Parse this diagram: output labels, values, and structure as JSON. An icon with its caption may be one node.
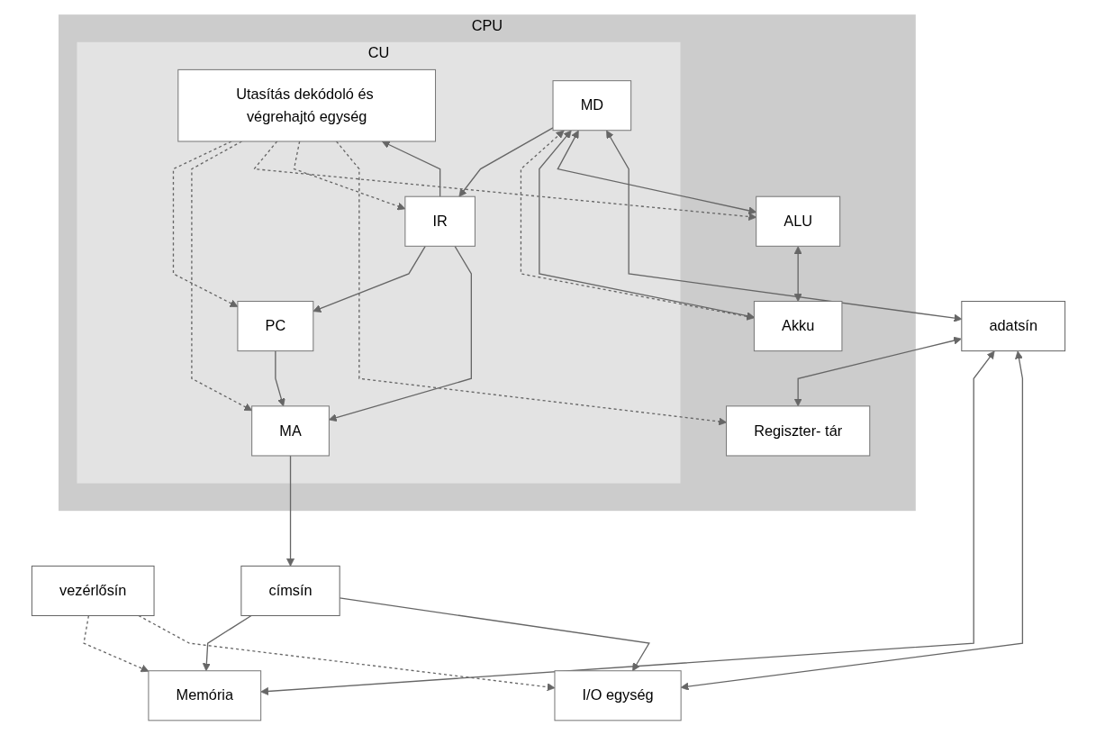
{
  "diagram": {
    "nodes": [
      {
        "text": [
          "CPU"
        ]
      },
      {
        "text": [
          "CU"
        ],
        "in": 0
      },
      {
        "text": [
          "Utasítás dekódoló és végrehajtó egység"
        ],
        "in": 1
      },
      {
        "text": [
          "PC"
        ],
        "in": 1
      },
      {
        "text": [
          "IR"
        ],
        "in": 1
      },
      {
        "text": [
          "MA"
        ],
        "in": 1
      },
      {
        "text": [
          "MD"
        ],
        "in": 1
      },
      {
        "text": [
          "ALU"
        ],
        "in": 0
      },
      {
        "text": [
          "Akku"
        ],
        "in": 0
      },
      {
        "text": [
          "Memória"
        ]
      },
      {
        "text": [
          "vezérlősín"
        ]
      },
      {
        "text": [
          "címsín"
        ]
      },
      {
        "text": [
          "adatsín"
        ]
      },
      {
        "text": [
          "I/O egység"
        ]
      },
      {
        "text": [
          "Regiszter- tár"
        ],
        "in": 0
      }
    ],
    "edges": [
      {
        "from": 2,
        "to": 3,
        "arrow": "to",
        "style": "dashed"
      },
      {
        "from": 2,
        "to": 5,
        "arrow": "to",
        "style": "dashed"
      },
      {
        "from": 2,
        "to": 7,
        "arrow": "to",
        "style": "dashed"
      },
      {
        "from": 2,
        "to": 4,
        "arrow": "to",
        "style": "dashed"
      },
      {
        "from": 2,
        "to": 14,
        "arrow": "to",
        "style": "dashed"
      },
      {
        "from": 4,
        "to": 2,
        "arrow": "to"
      },
      {
        "from": 4,
        "to": 3,
        "arrow": "to"
      },
      {
        "from": 4,
        "to": 5,
        "arrow": "to"
      },
      {
        "from": 3,
        "to": 5,
        "arrow": "to"
      },
      {
        "from": 6,
        "to": 4,
        "arrow": "to"
      },
      {
        "from": 6,
        "to": 8,
        "arrow": "both",
        "style": "dashed"
      },
      {
        "from": 6,
        "to": 8,
        "arrow": "both"
      },
      {
        "from": 6,
        "to": 7,
        "arrow": "both"
      },
      {
        "from": 7,
        "to": 8,
        "arrow": "both"
      },
      {
        "from": 5,
        "to": 11,
        "arrow": "to"
      },
      {
        "from": 6,
        "to": 12,
        "arrow": "both"
      },
      {
        "from": 12,
        "to": 14,
        "arrow": "both"
      },
      {
        "from": 10,
        "to": 9,
        "arrow": "to",
        "style": "dashed"
      },
      {
        "from": 11,
        "to": 9,
        "arrow": "to"
      },
      {
        "from": 12,
        "to": 9,
        "arrow": "both"
      },
      {
        "from": 10,
        "to": 13,
        "arrow": "to",
        "style": "dashed"
      },
      {
        "from": 11,
        "to": 13,
        "arrow": "to"
      },
      {
        "from": 12,
        "to": 13,
        "arrow": "both"
      }
    ]
  }
}
